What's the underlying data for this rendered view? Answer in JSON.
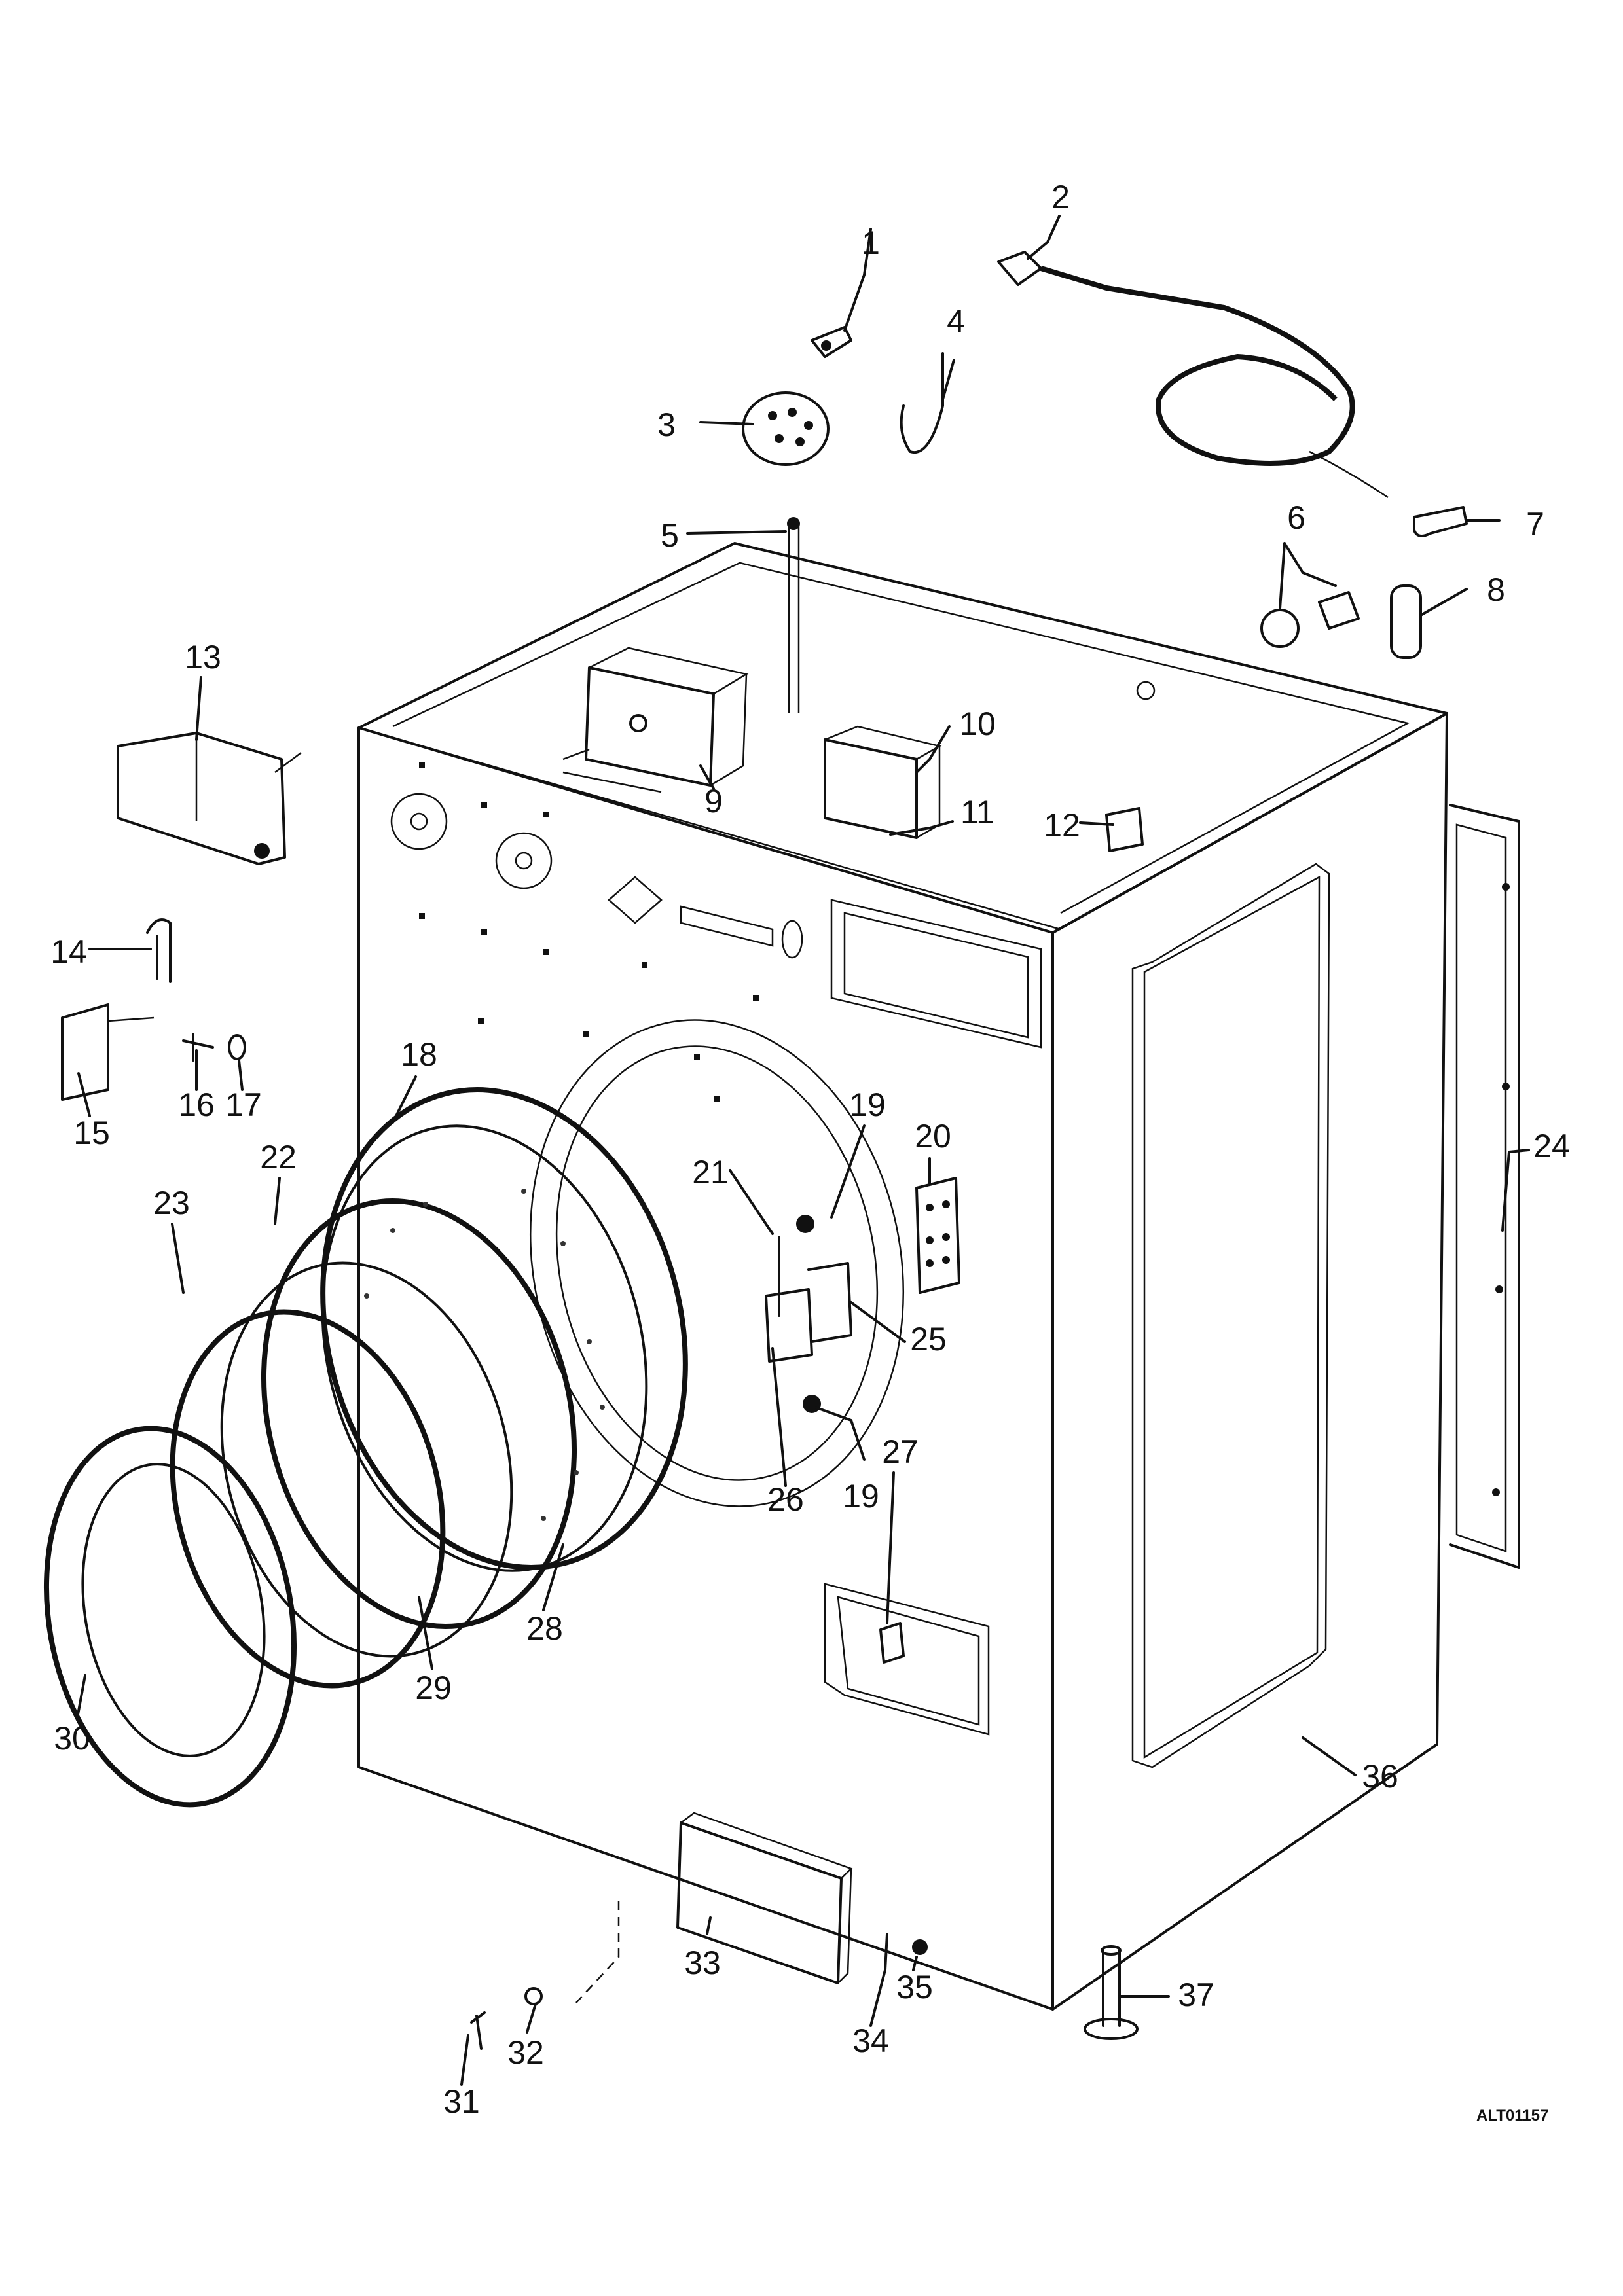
{
  "diagram": {
    "drawing_code": "ALT01157",
    "part_numbers": [
      "1",
      "2",
      "3",
      "4",
      "5",
      "6",
      "7",
      "8",
      "9",
      "10",
      "11",
      "12",
      "13",
      "14",
      "15",
      "16",
      "17",
      "18",
      "19",
      "19",
      "20",
      "21",
      "22",
      "23",
      "24",
      "25",
      "26",
      "27",
      "28",
      "29",
      "30",
      "31",
      "32",
      "33",
      "34",
      "35",
      "36",
      "37"
    ]
  }
}
